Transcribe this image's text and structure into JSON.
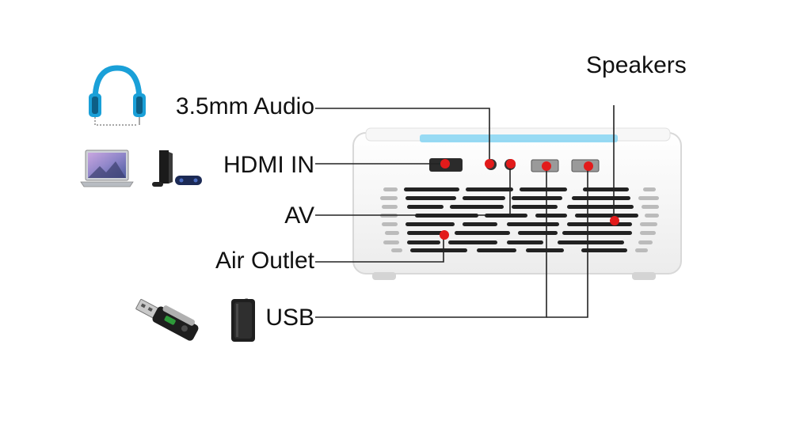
{
  "labels": {
    "audio": "3.5mm Audio",
    "hdmi": "HDMI IN",
    "av": "AV",
    "air_outlet": "Air Outlet",
    "usb": "USB",
    "speakers": "Speakers"
  },
  "colors": {
    "marker": "#e21b1b",
    "leader_line": "#222222",
    "device_body": "#f4f4f4",
    "device_edge": "#d8d8d8",
    "accent_blue": "#1aa0d8"
  },
  "icons": [
    "headphones-icon",
    "laptop-icon",
    "game-console-icon",
    "usb-flash-drive-icon",
    "portable-hard-drive-icon"
  ]
}
